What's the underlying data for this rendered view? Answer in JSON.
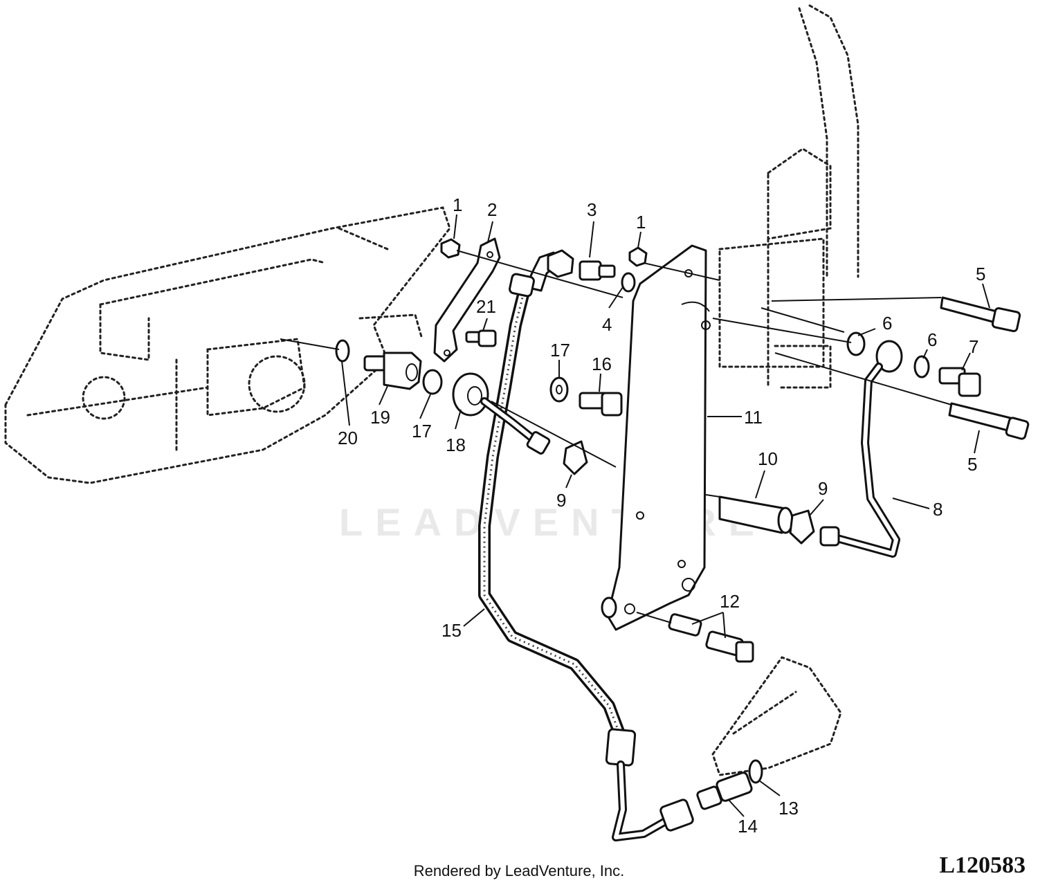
{
  "watermark": "LEADVENTURE",
  "footer": {
    "credit": "Rendered by LeadVenture, Inc.",
    "reference": "L120583"
  },
  "callouts": {
    "c1a": "1",
    "c2": "2",
    "c3": "3",
    "c1b": "1",
    "c5a": "5",
    "c21": "21",
    "c4": "4",
    "c6a": "6",
    "c6b": "6",
    "c7": "7",
    "c17a": "17",
    "c16": "16",
    "c11": "11",
    "c19": "19",
    "c17b": "17",
    "c20": "20",
    "c18": "18",
    "c5b": "5",
    "c10": "10",
    "c9a": "9",
    "c9b": "9",
    "c8": "8",
    "c12": "12",
    "c15": "15",
    "c13": "13",
    "c14": "14"
  }
}
